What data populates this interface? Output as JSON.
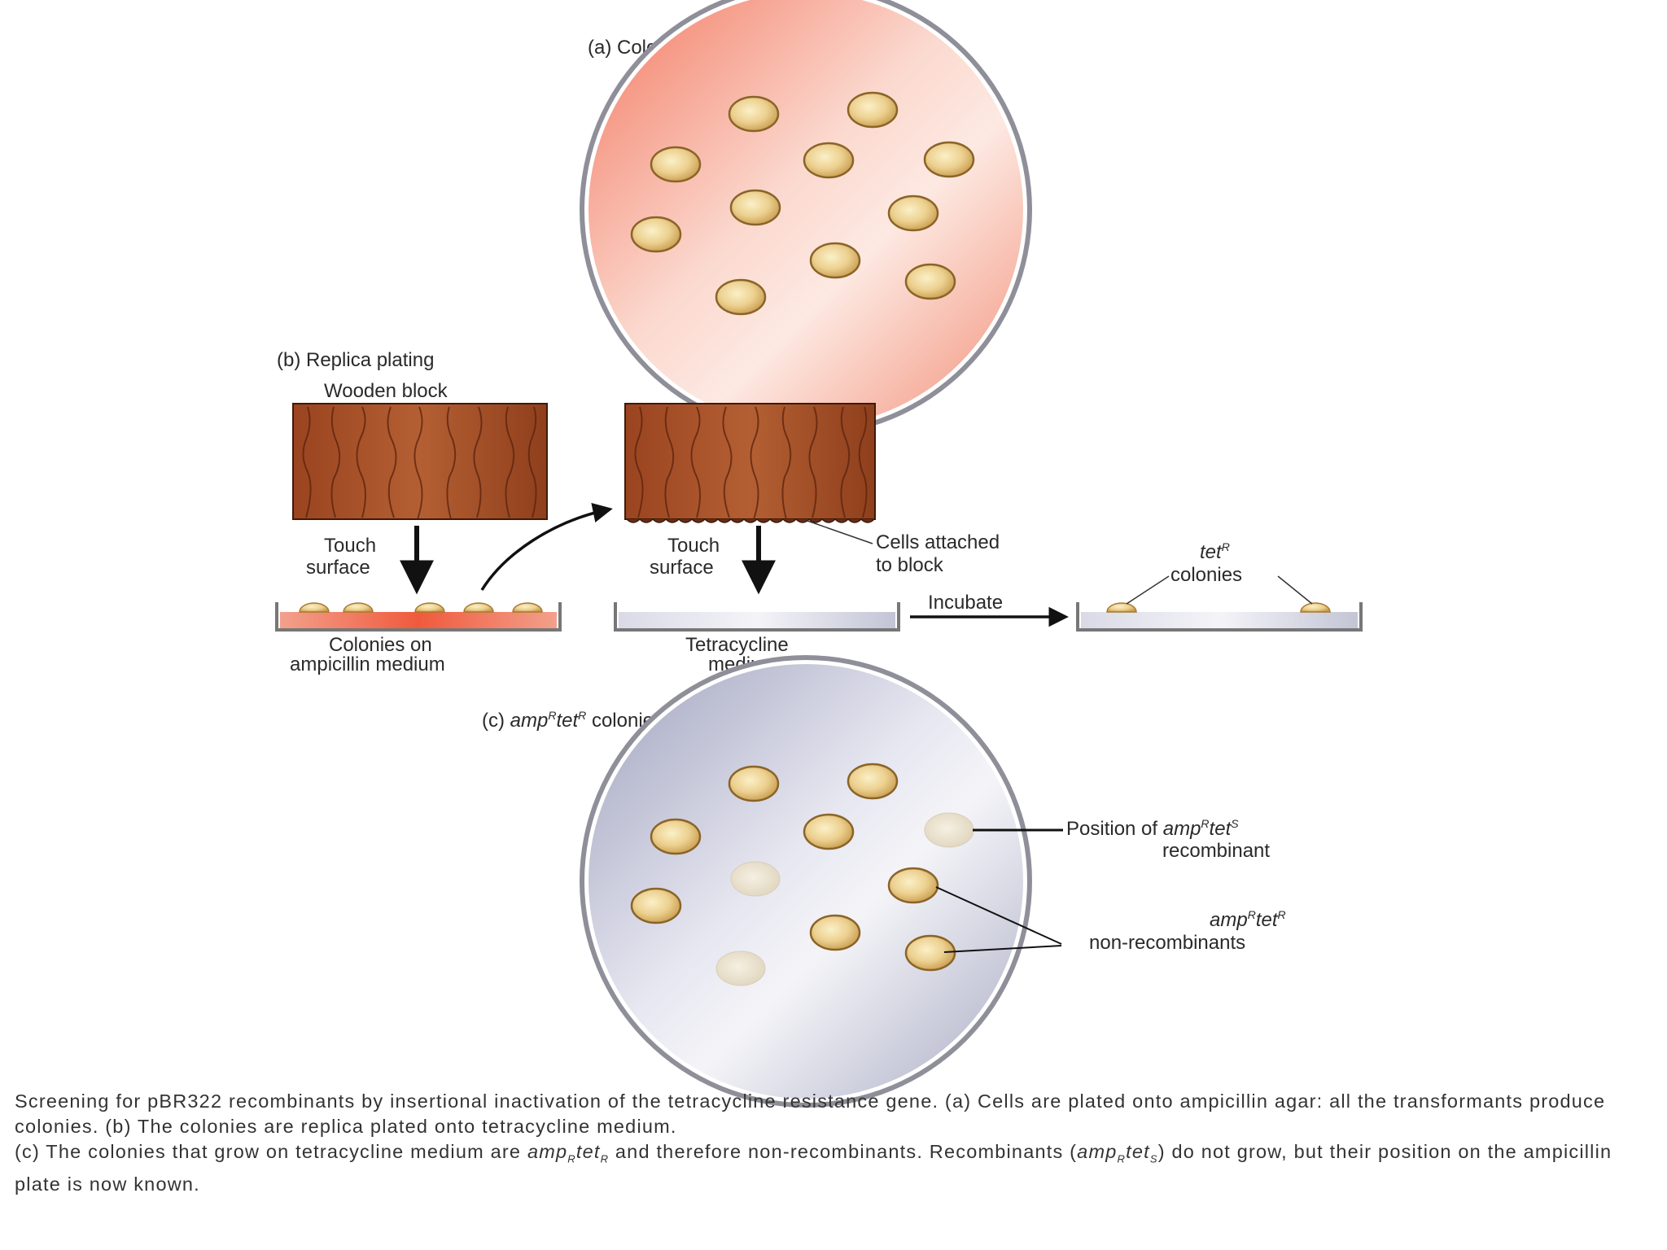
{
  "panel_a": {
    "title": "(a) Colonies on ampicillin medium"
  },
  "panel_b": {
    "title": "(b) Replica plating",
    "wooden_block": "Wooden block",
    "touch_surface_line1": "Touch",
    "touch_surface_line2": "surface",
    "cells_attached_line1": "Cells attached",
    "cells_attached_line2": "to block",
    "incubate": "Incubate",
    "tet_r_gene": "tet",
    "tet_r_sup": "R",
    "tet_r_colonies": "colonies",
    "amp_dish_line1": "Colonies on",
    "amp_dish_line2": "ampicillin medium",
    "tet_dish_line1": "Tetracycline",
    "tet_dish_line2": "medium"
  },
  "panel_c": {
    "title_prefix": "(c) ",
    "title_amp": "amp",
    "title_amp_sup": "R",
    "title_tet": "tet",
    "title_tet_sup": "R",
    "title_suffix": " colonies grow on tetracycline medium",
    "position_prefix": "Position of ",
    "position_amp": "amp",
    "position_amp_sup": "R",
    "position_tet": "tet",
    "position_tet_sup": "S",
    "recombinant": "recombinant",
    "nonrec_amp": "amp",
    "nonrec_amp_sup": "R",
    "nonrec_tet": "tet",
    "nonrec_tet_sup": "R",
    "non_recombinants": "non-recombinants"
  },
  "caption": {
    "line1": "Screening for pBR322 recombinants by insertional inactivation of the tetracycline resistance gene. (a) Cells are plated onto ampicillin agar: all the transformants produce colonies. (b) The colonies are replica plated onto tetracycline medium.",
    "line2_prefix": "(c) The colonies that grow on tetracycline medium are ",
    "line2_amp": "amp",
    "line2_amp_sub": "R",
    "line2_tet": "tet",
    "line2_tet_sub": "R",
    "line2_middle": " and therefore non-recombinants. Recombinants (",
    "line2_amp2": "amp",
    "line2_amp2_sub": "R",
    "line2_tet2": "tet",
    "line2_tet2_sub": "S",
    "line2_suffix": ") do not grow, but their position on the ampicillin plate is now known."
  },
  "colors": {
    "amp_medium": "#f07c62",
    "tet_medium": "#b9bcd0",
    "wood": "#a9502a",
    "colony": "#e2c07c"
  }
}
